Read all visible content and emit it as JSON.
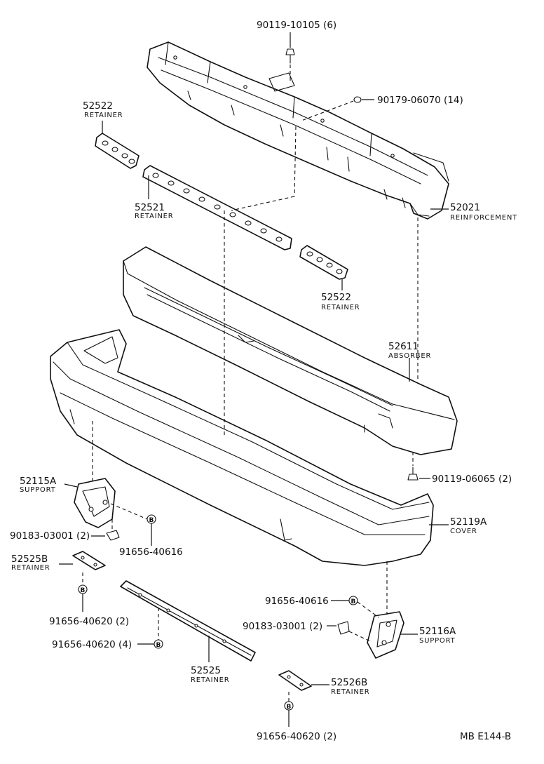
{
  "parts": {
    "bolt_top": "90119-10105 (6)",
    "clip_top": "90179-06070 (14)",
    "retainer_52522_upper": {
      "number": "52522",
      "name": "RETAINER"
    },
    "retainer_52521": {
      "number": "52521",
      "name": "RETAINER"
    },
    "reinforcement": {
      "number": "52021",
      "name": "REINFORCEMENT"
    },
    "retainer_52522_lower": {
      "number": "52522",
      "name": "RETAINER"
    },
    "absorber": {
      "number": "52611",
      "name": "ABSORBER"
    },
    "bolt_absorber": "90119-06065 (2)",
    "support_left": {
      "number": "52115A",
      "name": "SUPPORT"
    },
    "cover": {
      "number": "52119A",
      "name": "COVER"
    },
    "clip_left": "90183-03001 (2)",
    "nut_left_support": "91656-40616",
    "retainer_52525B": {
      "number": "52525B",
      "name": "RETAINER"
    },
    "nut_52525B": "91656-40620 (2)",
    "nut_52525": "91656-40620 (4)",
    "retainer_52525": {
      "number": "52525",
      "name": "RETAINER"
    },
    "nut_right_support": "91656-40616",
    "clip_right": "90183-03001 (2)",
    "support_right": {
      "number": "52116A",
      "name": "SUPPORT"
    },
    "retainer_52526B": {
      "number": "52526B",
      "name": "RETAINER"
    },
    "nut_52526B": "91656-40620 (2)"
  },
  "callout_symbol": "B",
  "footer": {
    "code": "MB  E144-B"
  }
}
